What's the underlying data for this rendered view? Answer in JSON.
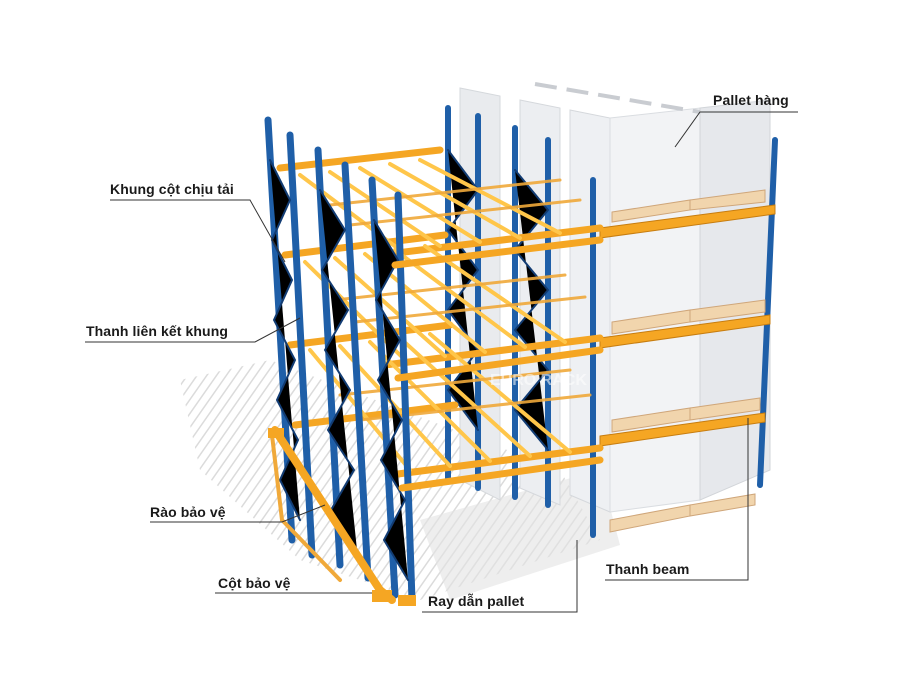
{
  "labels": {
    "pallet": "Pallet hàng",
    "frame": "Khung cột chịu tải",
    "bracing": "Thanh liên kết khung",
    "guard_rail": "Rào bảo vệ",
    "column_guard": "Cột bảo vệ",
    "pallet_rail": "Ray dẫn pallet",
    "beam": "Thanh beam"
  },
  "watermark": "EURO RACK",
  "colors": {
    "upright_blue": "#1f5fa8",
    "upright_dark": "#123c73",
    "beam_orange": "#f5a623",
    "beam_light": "#ffc64a",
    "wood": "#f1d5ad",
    "wood_dark": "#cfa67a",
    "box_grey": "#eceef1",
    "shadow": "#d8d8d8",
    "leader": "#333333"
  }
}
